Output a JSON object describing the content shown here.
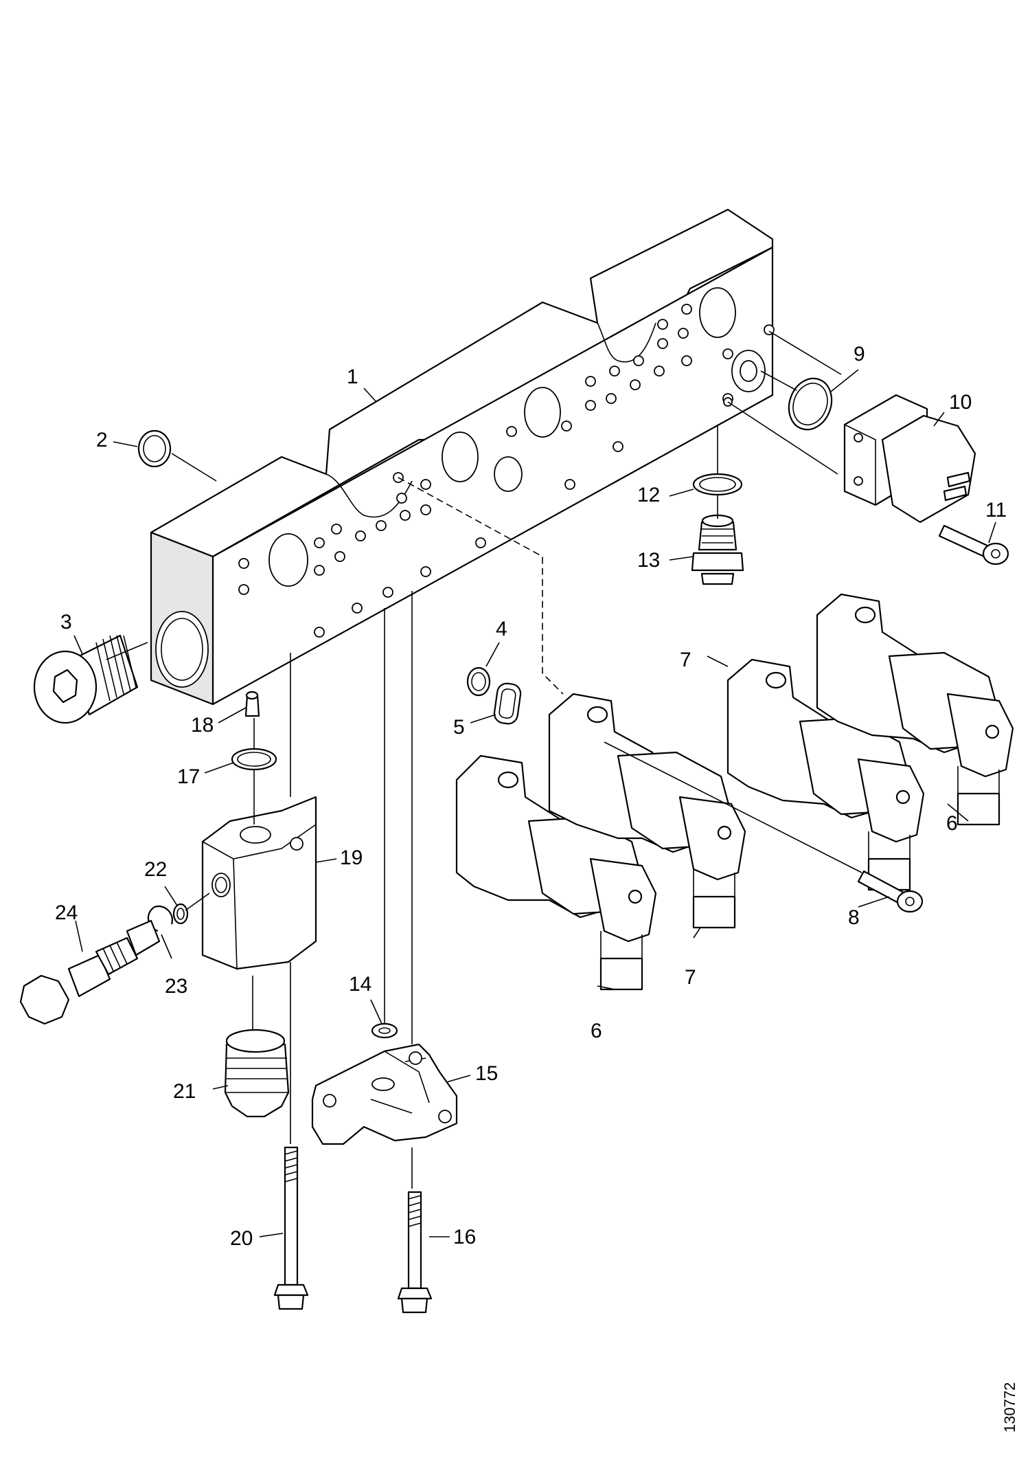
{
  "document_id": "130772",
  "callouts": [
    {
      "id": "c1",
      "text": "1"
    },
    {
      "id": "c2",
      "text": "2"
    },
    {
      "id": "c3",
      "text": "3"
    },
    {
      "id": "c4",
      "text": "4"
    },
    {
      "id": "c5",
      "text": "5"
    },
    {
      "id": "c6a",
      "text": "6"
    },
    {
      "id": "c6b",
      "text": "6"
    },
    {
      "id": "c7a",
      "text": "7"
    },
    {
      "id": "c7b",
      "text": "7"
    },
    {
      "id": "c8",
      "text": "8"
    },
    {
      "id": "c9",
      "text": "9"
    },
    {
      "id": "c10",
      "text": "10"
    },
    {
      "id": "c11",
      "text": "11"
    },
    {
      "id": "c12",
      "text": "12"
    },
    {
      "id": "c13",
      "text": "13"
    },
    {
      "id": "c14",
      "text": "14"
    },
    {
      "id": "c15",
      "text": "15"
    },
    {
      "id": "c16",
      "text": "16"
    },
    {
      "id": "c17",
      "text": "17"
    },
    {
      "id": "c18",
      "text": "18"
    },
    {
      "id": "c19",
      "text": "19"
    },
    {
      "id": "c20",
      "text": "20"
    },
    {
      "id": "c21",
      "text": "21"
    },
    {
      "id": "c22",
      "text": "22"
    },
    {
      "id": "c23",
      "text": "23"
    },
    {
      "id": "c24",
      "text": "24"
    }
  ]
}
